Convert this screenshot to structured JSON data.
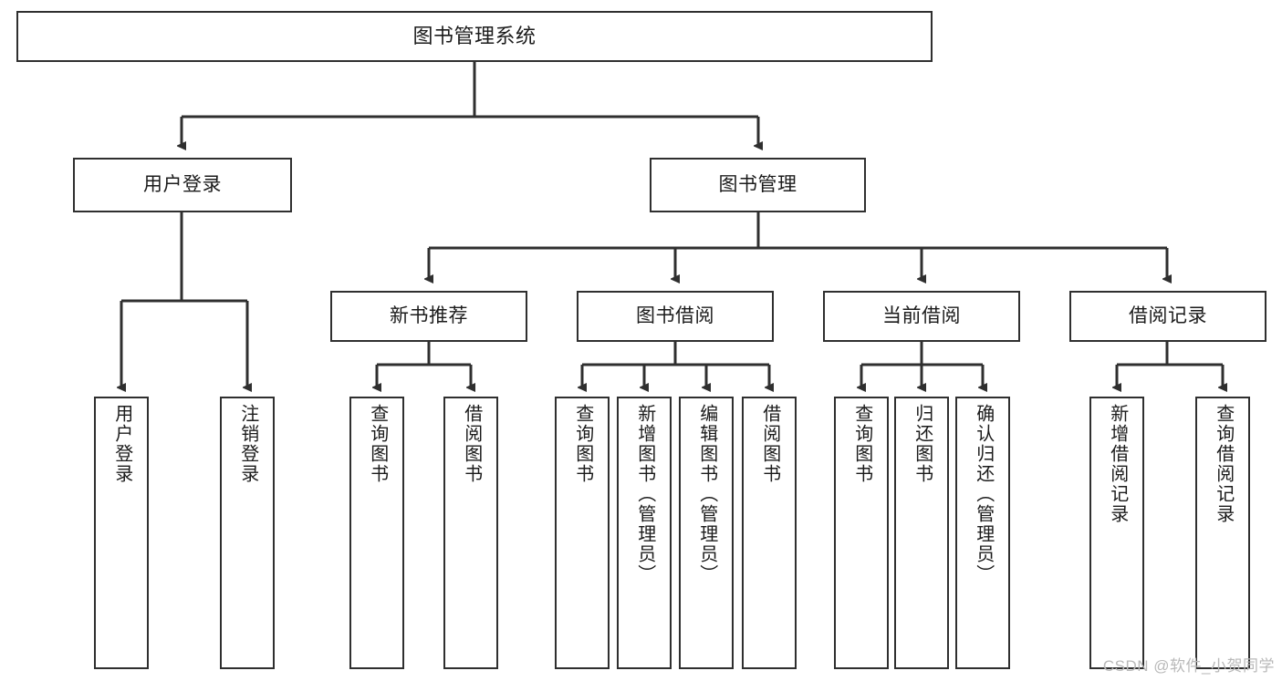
{
  "diagram": {
    "title": "图书管理系统",
    "type": "tree",
    "root": {
      "label": "图书管理系统"
    },
    "tier2": [
      {
        "label": "用户登录"
      },
      {
        "label": "图书管理"
      }
    ],
    "tier3": [
      {
        "label": "新书推荐"
      },
      {
        "label": "图书借阅"
      },
      {
        "label": "当前借阅"
      },
      {
        "label": "借阅记录"
      }
    ],
    "leaves": {
      "user_login": [
        {
          "label": "用户登录"
        },
        {
          "label": "注销登录"
        }
      ],
      "new_book_recommend": [
        {
          "label": "查询图书"
        },
        {
          "label": "借阅图书"
        }
      ],
      "book_borrow": [
        {
          "label": "查询图书"
        },
        {
          "label": "新增图书（管理员）"
        },
        {
          "label": "编辑图书（管理员）"
        },
        {
          "label": "借阅图书"
        }
      ],
      "current_borrow": [
        {
          "label": "查询图书"
        },
        {
          "label": "归还图书"
        },
        {
          "label": "确认归还（管理员）"
        }
      ],
      "borrow_record": [
        {
          "label": "新增借阅记录"
        },
        {
          "label": "查询借阅记录"
        }
      ]
    }
  },
  "watermark": {
    "text": "CSDN @软件_小贺同学"
  },
  "colors": {
    "line": "#2f2f2f",
    "box_border": "#2f2f2f",
    "background": "#ffffff",
    "text": "#1b1b1b",
    "watermark": "#b9b9b9"
  }
}
